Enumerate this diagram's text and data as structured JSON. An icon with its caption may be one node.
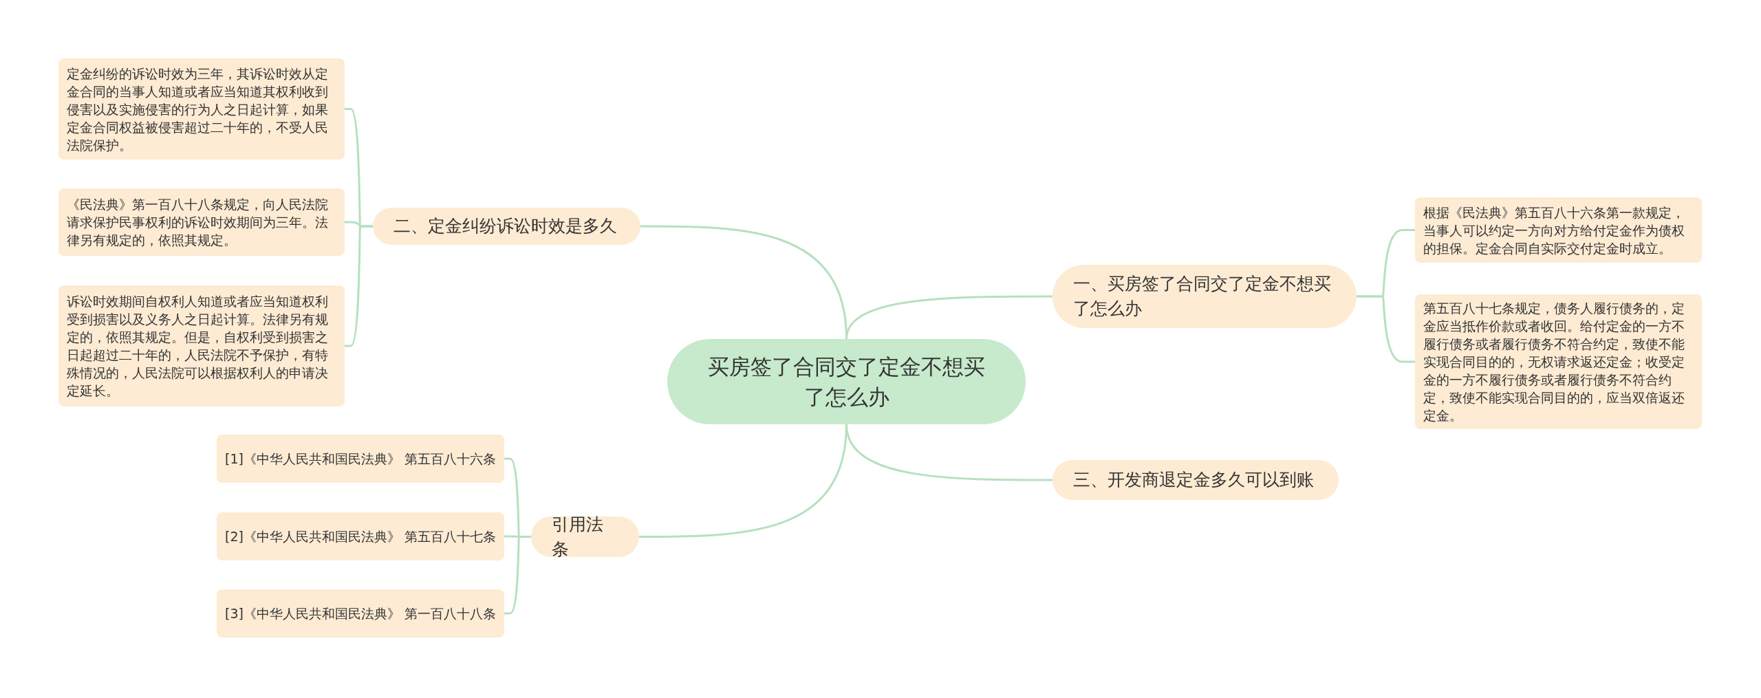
{
  "diagram": {
    "nodes": [
      {
        "text": [
          "买房签了合同交了定金不想买了怎么办"
        ]
      },
      {
        "text": [
          "一、买房签了合同交了定金不想买了怎么办"
        ]
      },
      {
        "text": [
          "根据《民法典》第五百八十六条第一款规定，当事人可以约定一方向对方给付定金作为债权的担保。定金合同自实际交付定金时成立。"
        ]
      },
      {
        "text": [
          "第五百八十七条规定，债务人履行债务的，定金应当抵作价款或者收回。给付定金的一方不履行债务或者履行债务不符合约定，致使不能实现合同目的的，无权请求返还定金；收受定金的一方不履行债务或者履行债务不符合约定，致使不能实现合同目的的，应当双倍返还定金。"
        ]
      },
      {
        "text": [
          "二、定金纠纷诉讼时效是多久"
        ]
      },
      {
        "text": [
          "定金纠纷的诉讼时效为三年，其诉讼时效从定金合同的当事人知道或者应当知道其权利收到侵害以及实施侵害的行为人之日起计算，如果定金合同权益被侵害超过二十年的，不受人民法院保护。"
        ]
      },
      {
        "text": [
          "《民法典》第一百八十八条规定，向人民法院请求保护民事权利的诉讼时效期间为三年。法律另有规定的，依照其规定。"
        ]
      },
      {
        "text": [
          "诉讼时效期间自权利人知道或者应当知道权利受到损害以及义务人之日起计算。法律另有规定的，依照其规定。但是，自权利受到损害之日起超过二十年的，人民法院不予保护，有特殊情况的，人民法院可以根据权利人的申请决定延长。"
        ]
      },
      {
        "text": [
          "三、开发商退定金多久可以到账"
        ]
      },
      {
        "text": [
          "引用法条"
        ]
      },
      {
        "text": [
          "[1]《中华人民共和国民法典》 第五百八十六条"
        ]
      },
      {
        "text": [
          "[2]《中华人民共和国民法典》 第五百八十七条"
        ]
      },
      {
        "text": [
          "[3]《中华人民共和国民法典》 第一百八十八条"
        ]
      }
    ],
    "edges": [
      {
        "from": 0,
        "to": 1,
        "arrow": "none"
      },
      {
        "from": 1,
        "to": 2,
        "arrow": "none"
      },
      {
        "from": 1,
        "to": 3,
        "arrow": "none"
      },
      {
        "from": 0,
        "to": 4,
        "arrow": "none"
      },
      {
        "from": 4,
        "to": 5,
        "arrow": "none"
      },
      {
        "from": 4,
        "to": 6,
        "arrow": "none"
      },
      {
        "from": 4,
        "to": 7,
        "arrow": "none"
      },
      {
        "from": 0,
        "to": 8,
        "arrow": "none"
      },
      {
        "from": 0,
        "to": 9,
        "arrow": "none"
      },
      {
        "from": 9,
        "to": 10,
        "arrow": "none"
      },
      {
        "from": 9,
        "to": 11,
        "arrow": "none"
      },
      {
        "from": 9,
        "to": 12,
        "arrow": "none"
      }
    ]
  }
}
